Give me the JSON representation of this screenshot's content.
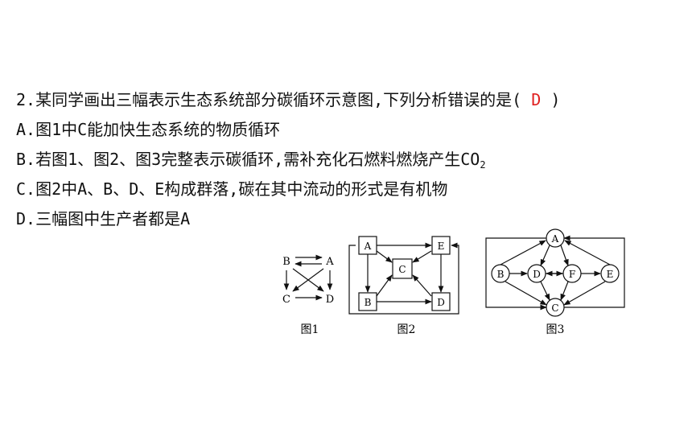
{
  "question": {
    "stem": "2.某同学画出三幅表示生态系统部分碳循环示意图,下列分析错误的是(",
    "answer": "D",
    "close": ")"
  },
  "options": {
    "a": "A.图1中C能加快生态系统的物质循环",
    "b_prefix": "B.若图1、图2、图3完整表示碳循环,需补充化石燃料燃烧产生CO",
    "b_sub": "2",
    "c": "C.图2中A、B、D、E构成群落,碳在其中流动的形式是有机物",
    "d": "D.三幅图中生产者都是A"
  },
  "figures": {
    "fig1": {
      "caption": "图1",
      "nodes": {
        "a": "A",
        "b": "B",
        "c": "C",
        "d": "D"
      }
    },
    "fig2": {
      "caption": "图2",
      "nodes": {
        "a": "A",
        "b": "B",
        "c": "C",
        "d": "D",
        "e": "E"
      }
    },
    "fig3": {
      "caption": "图3",
      "nodes": {
        "a": "A",
        "b": "B",
        "c": "C",
        "d": "D",
        "e": "E",
        "f": "F"
      }
    }
  }
}
